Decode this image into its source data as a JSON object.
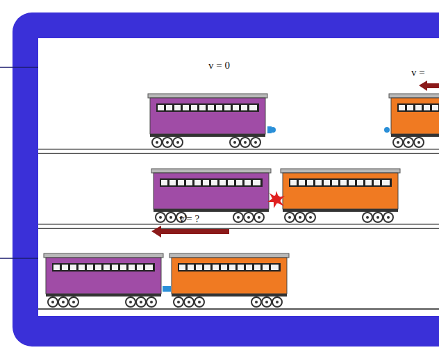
{
  "diagram": {
    "labels": [
      "v = 0",
      "v =",
      "v'= ?"
    ]
  }
}
